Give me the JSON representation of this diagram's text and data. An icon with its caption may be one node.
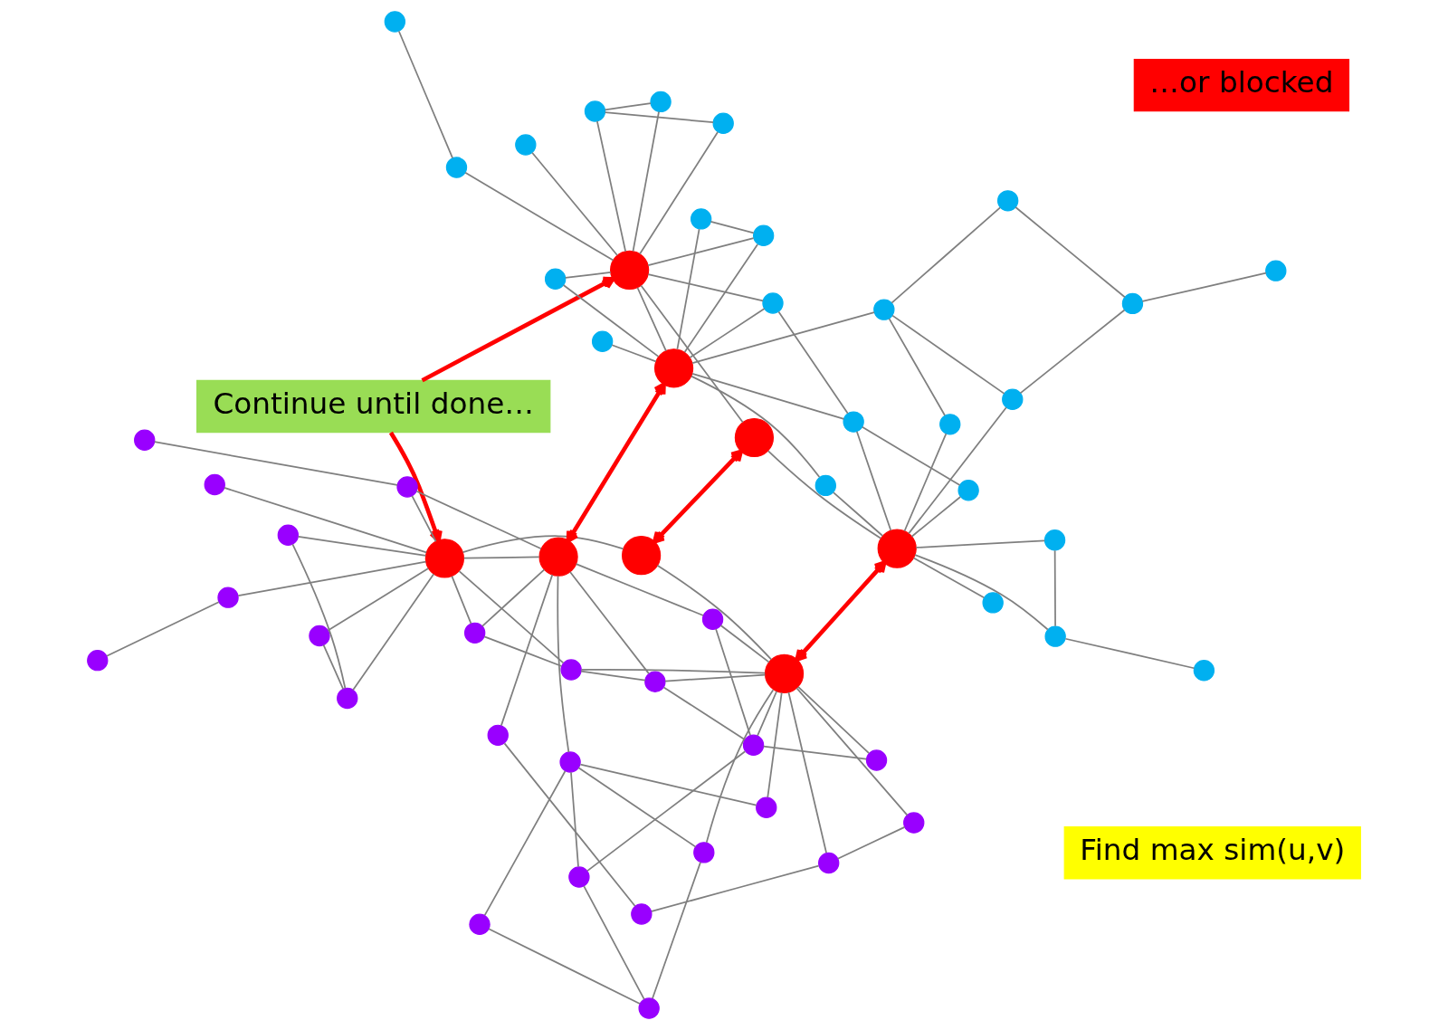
{
  "diagram": {
    "nodes": [
      {
        "text": [
          "Find max sim(u,v)"
        ]
      },
      {
        "text": [
          "Continue until done…"
        ]
      },
      {
        "text": [
          "…or blocked"
        ]
      },
      {
        "text": [],
        "shape": "circle"
      },
      {
        "text": [],
        "shape": "circle"
      },
      {
        "text": [],
        "shape": "circle"
      },
      {
        "text": [],
        "shape": "circle"
      },
      {
        "text": [],
        "shape": "circle"
      },
      {
        "text": [],
        "shape": "circle"
      },
      {
        "text": [],
        "shape": "circle"
      },
      {
        "text": [],
        "shape": "circle"
      },
      {
        "text": [],
        "shape": "circle"
      },
      {
        "text": [],
        "shape": "circle"
      },
      {
        "text": [],
        "shape": "circle"
      },
      {
        "text": [],
        "shape": "circle"
      },
      {
        "text": [],
        "shape": "circle"
      },
      {
        "text": [],
        "shape": "circle"
      },
      {
        "text": [],
        "shape": "circle"
      },
      {
        "text": [],
        "shape": "circle"
      },
      {
        "text": [],
        "shape": "circle"
      },
      {
        "text": [],
        "shape": "circle"
      },
      {
        "text": [],
        "shape": "circle"
      },
      {
        "text": [],
        "shape": "circle"
      },
      {
        "text": [],
        "shape": "circle"
      },
      {
        "text": [],
        "shape": "circle"
      },
      {
        "text": [],
        "shape": "circle"
      },
      {
        "text": [],
        "shape": "circle"
      },
      {
        "text": [],
        "shape": "circle"
      },
      {
        "text": [],
        "shape": "circle"
      },
      {
        "text": [],
        "shape": "circle"
      },
      {
        "text": [],
        "shape": "circle"
      },
      {
        "text": [],
        "shape": "circle"
      },
      {
        "text": [],
        "shape": "circle"
      },
      {
        "text": [],
        "shape": "circle"
      },
      {
        "text": [],
        "shape": "circle"
      },
      {
        "text": [],
        "shape": "circle"
      },
      {
        "text": [],
        "shape": "circle"
      },
      {
        "text": [],
        "shape": "circle"
      },
      {
        "text": [],
        "shape": "circle"
      },
      {
        "text": [],
        "shape": "circle"
      },
      {
        "text": [],
        "shape": "circle"
      },
      {
        "text": [],
        "shape": "circle"
      },
      {
        "text": [],
        "shape": "circle"
      },
      {
        "text": [],
        "shape": "circle"
      },
      {
        "text": [],
        "shape": "circle"
      },
      {
        "text": [],
        "shape": "circle"
      },
      {
        "text": [],
        "shape": "circle"
      },
      {
        "text": [],
        "shape": "circle"
      },
      {
        "text": [],
        "shape": "circle"
      },
      {
        "text": [],
        "shape": "circle"
      },
      {
        "text": [],
        "shape": "circle"
      },
      {
        "text": [],
        "shape": "circle"
      },
      {
        "text": [],
        "shape": "circle"
      },
      {
        "text": [],
        "shape": "circle"
      },
      {
        "text": [],
        "shape": "circle"
      },
      {
        "text": [],
        "shape": "circle"
      },
      {
        "text": [],
        "shape": "circle"
      },
      {
        "text": [],
        "shape": "circle"
      },
      {
        "text": [],
        "shape": "circle"
      }
    ],
    "edges": [
      {
        "from": 3,
        "to": 4,
        "arrow": "none"
      },
      {
        "from": 4,
        "to": 5,
        "arrow": "none"
      },
      {
        "from": 4,
        "to": 6,
        "arrow": "none"
      },
      {
        "from": 3,
        "to": 8,
        "arrow": "none"
      },
      {
        "from": 6,
        "to": 8,
        "arrow": "none"
      },
      {
        "from": 7,
        "to": 8,
        "arrow": "none"
      },
      {
        "from": 8,
        "to": 5,
        "arrow": "none"
      },
      {
        "from": 6,
        "to": 14,
        "arrow": "none"
      },
      {
        "from": 7,
        "to": 14,
        "arrow": "none"
      },
      {
        "from": 8,
        "to": 20,
        "arrow": "none"
      },
      {
        "from": 10,
        "to": 11,
        "arrow": "none"
      },
      {
        "from": 10,
        "to": 9,
        "arrow": "none"
      },
      {
        "from": 10,
        "to": 14,
        "arrow": "none"
      },
      {
        "from": 11,
        "to": 14,
        "arrow": "none"
      },
      {
        "from": 12,
        "to": 13,
        "arrow": "none"
      },
      {
        "from": 12,
        "to": 14,
        "arrow": "none"
      },
      {
        "from": 12,
        "to": 20,
        "arrow": "none"
      },
      {
        "from": 12,
        "to": 17,
        "arrow": "none"
      },
      {
        "from": 13,
        "to": 14,
        "arrow": "none"
      },
      {
        "from": 13,
        "to": 5,
        "arrow": "none"
      },
      {
        "from": 13,
        "to": 16,
        "arrow": "none"
      },
      {
        "from": 13,
        "to": 15,
        "arrow": "none"
      },
      {
        "from": 9,
        "to": 19,
        "arrow": "none"
      },
      {
        "from": 14,
        "to": 15,
        "arrow": "none"
      },
      {
        "from": 14,
        "to": 16,
        "arrow": "none"
      },
      {
        "from": 14,
        "to": 17,
        "arrow": "none"
      },
      {
        "from": 14,
        "to": 18,
        "arrow": "none"
      },
      {
        "from": 18,
        "to": 25,
        "arrow": "none"
      },
      {
        "from": 17,
        "to": 25,
        "arrow": "none"
      },
      {
        "from": 17,
        "to": 22,
        "arrow": "none"
      },
      {
        "from": 20,
        "to": 15,
        "arrow": "none"
      },
      {
        "from": 20,
        "to": 19,
        "arrow": "none"
      },
      {
        "from": 20,
        "to": 22,
        "arrow": "none"
      },
      {
        "from": 20,
        "to": 25,
        "arrow": "none"
      },
      {
        "from": 20,
        "to": 23,
        "arrow": "none"
      },
      {
        "from": 21,
        "to": 25,
        "arrow": "none"
      },
      {
        "from": 22,
        "to": 25,
        "arrow": "none"
      },
      {
        "from": 23,
        "to": 24,
        "arrow": "none"
      },
      {
        "from": 23,
        "to": 25,
        "arrow": "none"
      },
      {
        "from": 25,
        "to": 26,
        "arrow": "none"
      },
      {
        "from": 26,
        "to": 27,
        "arrow": "none"
      },
      {
        "from": 25,
        "to": 28,
        "arrow": "none"
      },
      {
        "from": 25,
        "to": 29,
        "arrow": "none"
      },
      {
        "from": 25,
        "to": 30,
        "arrow": "none"
      },
      {
        "from": 28,
        "to": 30,
        "arrow": "none"
      },
      {
        "from": 30,
        "to": 29,
        "arrow": "none"
      },
      {
        "from": 31,
        "to": 32,
        "arrow": "none"
      },
      {
        "from": 32,
        "to": 33,
        "arrow": "none"
      },
      {
        "from": 31,
        "to": 36,
        "arrow": "none"
      },
      {
        "from": 32,
        "to": 36,
        "arrow": "none"
      },
      {
        "from": 33,
        "to": 36,
        "arrow": "none"
      },
      {
        "from": 34,
        "to": 35,
        "arrow": "none"
      },
      {
        "from": 35,
        "to": 36,
        "arrow": "none"
      },
      {
        "from": 36,
        "to": 37,
        "arrow": "none"
      },
      {
        "from": 36,
        "to": 39,
        "arrow": "none"
      },
      {
        "from": 36,
        "to": 42,
        "arrow": "none"
      },
      {
        "from": 36,
        "to": 44,
        "arrow": "none"
      },
      {
        "from": 36,
        "to": 40,
        "arrow": "none"
      },
      {
        "from": 38,
        "to": 39,
        "arrow": "none"
      },
      {
        "from": 39,
        "to": 42,
        "arrow": "none"
      },
      {
        "from": 38,
        "to": 42,
        "arrow": "none"
      },
      {
        "from": 41,
        "to": 42,
        "arrow": "none"
      },
      {
        "from": 43,
        "to": 42,
        "arrow": "none"
      },
      {
        "from": 37,
        "to": 42,
        "arrow": "none"
      },
      {
        "from": 37,
        "to": 49,
        "arrow": "none"
      },
      {
        "from": 47,
        "to": 42,
        "arrow": "none"
      },
      {
        "from": 42,
        "to": 49,
        "arrow": "none"
      },
      {
        "from": 42,
        "to": 53,
        "arrow": "none"
      },
      {
        "from": 43,
        "to": 36,
        "arrow": "none"
      },
      {
        "from": 44,
        "to": 48,
        "arrow": "none"
      },
      {
        "from": 48,
        "to": 45,
        "arrow": "none"
      },
      {
        "from": 48,
        "to": 46,
        "arrow": "none"
      },
      {
        "from": 48,
        "to": 47,
        "arrow": "none"
      },
      {
        "from": 48,
        "to": 49,
        "arrow": "none"
      },
      {
        "from": 48,
        "to": 50,
        "arrow": "none"
      },
      {
        "from": 48,
        "to": 51,
        "arrow": "none"
      },
      {
        "from": 48,
        "to": 54,
        "arrow": "none"
      },
      {
        "from": 48,
        "to": 55,
        "arrow": "none"
      },
      {
        "from": 50,
        "to": 51,
        "arrow": "none"
      },
      {
        "from": 51,
        "to": 52,
        "arrow": "none"
      },
      {
        "from": 53,
        "to": 54,
        "arrow": "none"
      },
      {
        "from": 53,
        "to": 55,
        "arrow": "none"
      },
      {
        "from": 53,
        "to": 58,
        "arrow": "none"
      },
      {
        "from": 54,
        "to": 57,
        "arrow": "none"
      },
      {
        "from": 57,
        "to": 58,
        "arrow": "none"
      },
      {
        "from": 56,
        "to": 57,
        "arrow": "none"
      },
      {
        "from": 45,
        "to": 49,
        "arrow": "none"
      },
      {
        "from": 1,
        "to": 36,
        "arrow": "to",
        "style": "thick",
        "color": "#ff0000"
      },
      {
        "from": 42,
        "to": 20,
        "arrow": "both",
        "style": "thick",
        "color": "#ff0000"
      },
      {
        "from": 44,
        "to": 18,
        "arrow": "both",
        "style": "thick",
        "color": "#ff0000"
      },
      {
        "from": 14,
        "to": 48,
        "arrow": "both",
        "style": "thick",
        "color": "#ff0000"
      },
      {
        "from": 1,
        "to": 25,
        "arrow": "to",
        "style": "thick",
        "color": "#ff0000"
      }
    ]
  }
}
